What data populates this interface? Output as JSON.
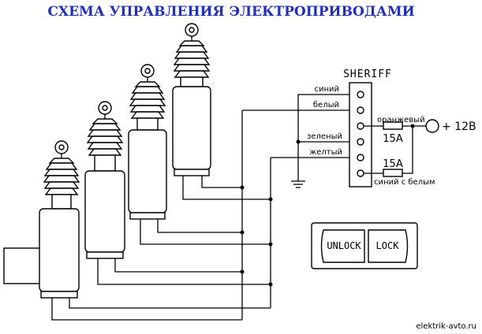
{
  "title": "СХЕМА УПРАВЛЕНИЯ  ЭЛЕКТРОПРИВОДАМИ",
  "controller": {
    "brand": "SHERIFF",
    "wires": {
      "blue": "синий",
      "white": "белый",
      "orange": "оранжевый",
      "green": "зеленый",
      "yellow": "желтый",
      "blue_white": "синий с белым"
    },
    "fuse_top": "15А",
    "fuse_bottom": "15А",
    "supply": "+ 12В"
  },
  "switch": {
    "unlock_label": "UNLOCK",
    "lock_label": "LOCK"
  },
  "watermark": "elektrik-avto.ru"
}
